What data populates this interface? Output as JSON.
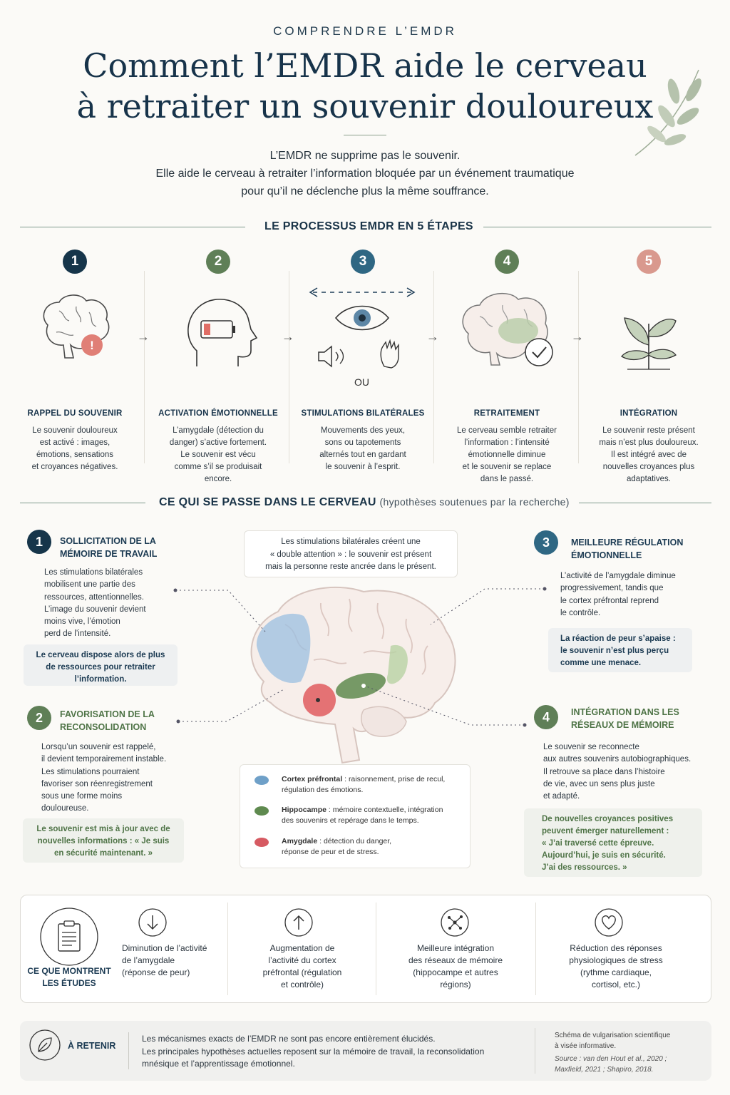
{
  "header": {
    "kicker": "COMPRENDRE L’EMDR",
    "title_line1": "Comment l’EMDR aide le cerveau",
    "title_line2": "à retraiter un souvenir douloureux",
    "intro_line1": "L’EMDR ne supprime pas le souvenir.",
    "intro_line2": "Elle aide le cerveau à retraiter l’information bloquée par un événement traumatique",
    "intro_line3": "pour qu’il ne déclenche plus la même souffrance."
  },
  "process": {
    "section_title": "LE PROCESSUS EMDR EN 5 ÉTAPES",
    "steps": [
      {
        "num": "1",
        "color": "#16354a",
        "title": "RAPPEL DU SOUVENIR",
        "text": "Le souvenir douloureux\nest activé : images,\némotions, sensations\net croyances négatives."
      },
      {
        "num": "2",
        "color": "#5f7f57",
        "title": "ACTIVATION ÉMOTIONNELLE",
        "text": "L’amygdale (détection du\ndanger) s’active fortement.\nLe souvenir est vécu\ncomme s’il se produisait\nencore."
      },
      {
        "num": "3",
        "color": "#2f6783",
        "title": "STIMULATIONS BILATÉRALES",
        "text": "Mouvements des yeux,\nsons ou tapotements\nalternés tout en gardant\nle souvenir à l’esprit.",
        "or_label": "OU"
      },
      {
        "num": "4",
        "color": "#5f7f57",
        "title": "RETRAITEMENT",
        "text": "Le cerveau semble retraiter\nl’information : l’intensité\némotionnelle diminue\net le souvenir se replace\ndans le passé."
      },
      {
        "num": "5",
        "color": "#d9998e",
        "title": "INTÉGRATION",
        "text": "Le souvenir reste présent\nmais n’est plus douloureux.\nIl est intégré avec de\nnouvelles croyances plus\nadaptatives."
      }
    ]
  },
  "brain_section": {
    "title": "CE QUI SE PASSE DANS LE CERVEAU",
    "subtitle": "(hypothèses soutenues par la recherche)",
    "center_note": "Les stimulations bilatérales créent une\n« double attention » : le souvenir est présent\nmais la personne reste ancrée dans le présent.",
    "cards": [
      {
        "num": "1",
        "color": "#16354a",
        "title": "SOLLICITATION DE LA\nMÉMOIRE DE TRAVAIL",
        "text": "Les stimulations bilatérales\nmobilisent une partie des\nressources, attentionnelles.\nL’image du souvenir devient\nmoins vive, l’émotion\nperd de l’intensité.",
        "note": "Le cerveau dispose alors de plus\nde ressources pour retraiter\nl’information."
      },
      {
        "num": "2",
        "color": "#5f7f57",
        "title": "FAVORISATION DE LA\nRECONSOLIDATION",
        "text": "Lorsqu’un souvenir est rappelé,\nil devient temporairement instable.\nLes stimulations pourraient\nfavoriser son réenregistrement\nsous une forme moins\ndouloureuse.",
        "note": "Le souvenir est mis à jour avec de\nnouvelles informations : « Je suis\nen sécurité maintenant. »"
      },
      {
        "num": "3",
        "color": "#2f6783",
        "title": "MEILLEURE RÉGULATION\nÉMOTIONNELLE",
        "text": "L’activité de l’amygdale diminue\nprogressivement, tandis que\nle cortex préfrontal reprend\nle contrôle.",
        "note": "La réaction de peur s’apaise :\nle souvenir n’est plus perçu\ncomme une menace."
      },
      {
        "num": "4",
        "color": "#5f7f57",
        "title": "INTÉGRATION DANS LES\nRÉSEAUX DE MÉMOIRE",
        "text": "Le souvenir se reconnecte\naux autres souvenirs autobiographiques.\nIl retrouve sa place dans l’histoire\nde vie, avec un sens plus juste\net adapté.",
        "note": "De nouvelles croyances positives\npeuvent émerger naturellement :\n« J’ai traversé cette épreuve.\nAujourd’hui, je suis en sécurité.\nJ’ai des ressources. »"
      }
    ],
    "legend": [
      {
        "color": "#6fa0c8",
        "term": "Cortex préfrontal",
        "desc": " : raisonnement, prise de recul,\nrégulation des émotions."
      },
      {
        "color": "#5f8a4f",
        "term": "Hippocampe",
        "desc": " : mémoire contextuelle, intégration\ndes souvenirs et repérage dans le temps."
      },
      {
        "color": "#d65a62",
        "term": "Amygdale",
        "desc": " : détection du danger,\nréponse de peur et de stress."
      }
    ]
  },
  "studies": {
    "label": "CE QUE MONTRENT\nLES ÉTUDES",
    "items": [
      {
        "icon": "arrow-down-icon",
        "text": "Diminution de l’activité\nde l’amygdale\n(réponse de peur)"
      },
      {
        "icon": "arrow-up-icon",
        "text": "Augmentation de\nl’activité du cortex\npréfrontal (régulation\net contrôle)"
      },
      {
        "icon": "network-icon",
        "text": "Meilleure intégration\ndes réseaux de mémoire\n(hippocampe et autres\nrégions)"
      },
      {
        "icon": "heart-icon",
        "text": "Réduction des réponses\nphysiologiques de stress\n(rythme cardiaque,\ncortisol, etc.)"
      }
    ]
  },
  "retain": {
    "label": "À RETENIR",
    "text": "Les mécanismes exacts de l’EMDR ne sont pas encore entièrement élucidés.\nLes principales hypothèses actuelles reposent sur la mémoire de travail, la reconsolidation\nmnésique et l’apprentissage émotionnel.",
    "source_note": "Schéma de vulgarisation scientifique\nà visée informative.",
    "source_ref": "Source : van den Hout et al., 2020 ;\nMaxfield, 2021 ; Shapiro, 2018."
  }
}
